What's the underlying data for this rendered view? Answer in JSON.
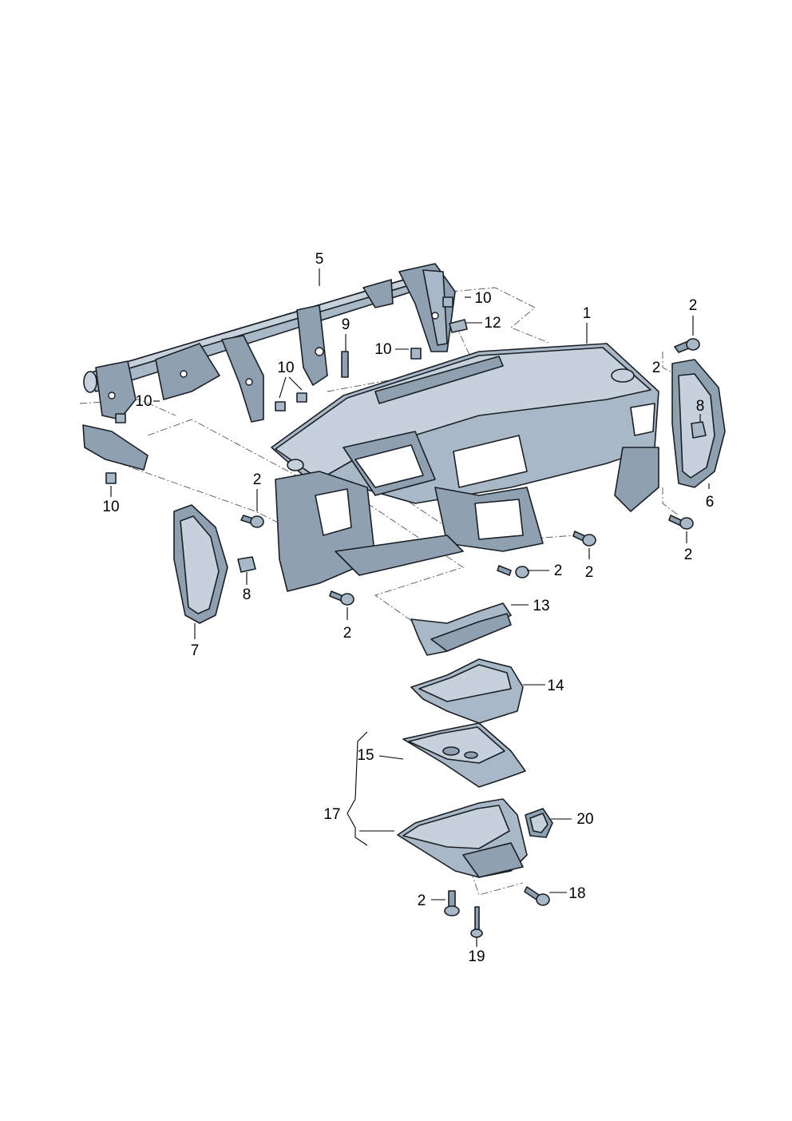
{
  "callouts": [
    {
      "id": "c1",
      "label": "1"
    },
    {
      "id": "c2a",
      "label": "2"
    },
    {
      "id": "c2b",
      "label": "2"
    },
    {
      "id": "c2c",
      "label": "2"
    },
    {
      "id": "c2d",
      "label": "2"
    },
    {
      "id": "c2e",
      "label": "2"
    },
    {
      "id": "c2f",
      "label": "2"
    },
    {
      "id": "c2g",
      "label": "2"
    },
    {
      "id": "c2h",
      "label": "2"
    },
    {
      "id": "c5",
      "label": "5"
    },
    {
      "id": "c6",
      "label": "6"
    },
    {
      "id": "c7",
      "label": "7"
    },
    {
      "id": "c8a",
      "label": "8"
    },
    {
      "id": "c8b",
      "label": "8"
    },
    {
      "id": "c9",
      "label": "9"
    },
    {
      "id": "c10a",
      "label": "10"
    },
    {
      "id": "c10b",
      "label": "10"
    },
    {
      "id": "c10c",
      "label": "10"
    },
    {
      "id": "c10d",
      "label": "10"
    },
    {
      "id": "c10e",
      "label": "10"
    },
    {
      "id": "c12",
      "label": "12"
    },
    {
      "id": "c13",
      "label": "13"
    },
    {
      "id": "c14",
      "label": "14"
    },
    {
      "id": "c15",
      "label": "15"
    },
    {
      "id": "c17",
      "label": "17"
    },
    {
      "id": "c18",
      "label": "18"
    },
    {
      "id": "c19",
      "label": "19"
    },
    {
      "id": "c20",
      "label": "20"
    }
  ],
  "part_color_shades": {
    "dark": "#8fa0b1",
    "mid": "#a9b8c6",
    "light": "#c6d1dc"
  }
}
